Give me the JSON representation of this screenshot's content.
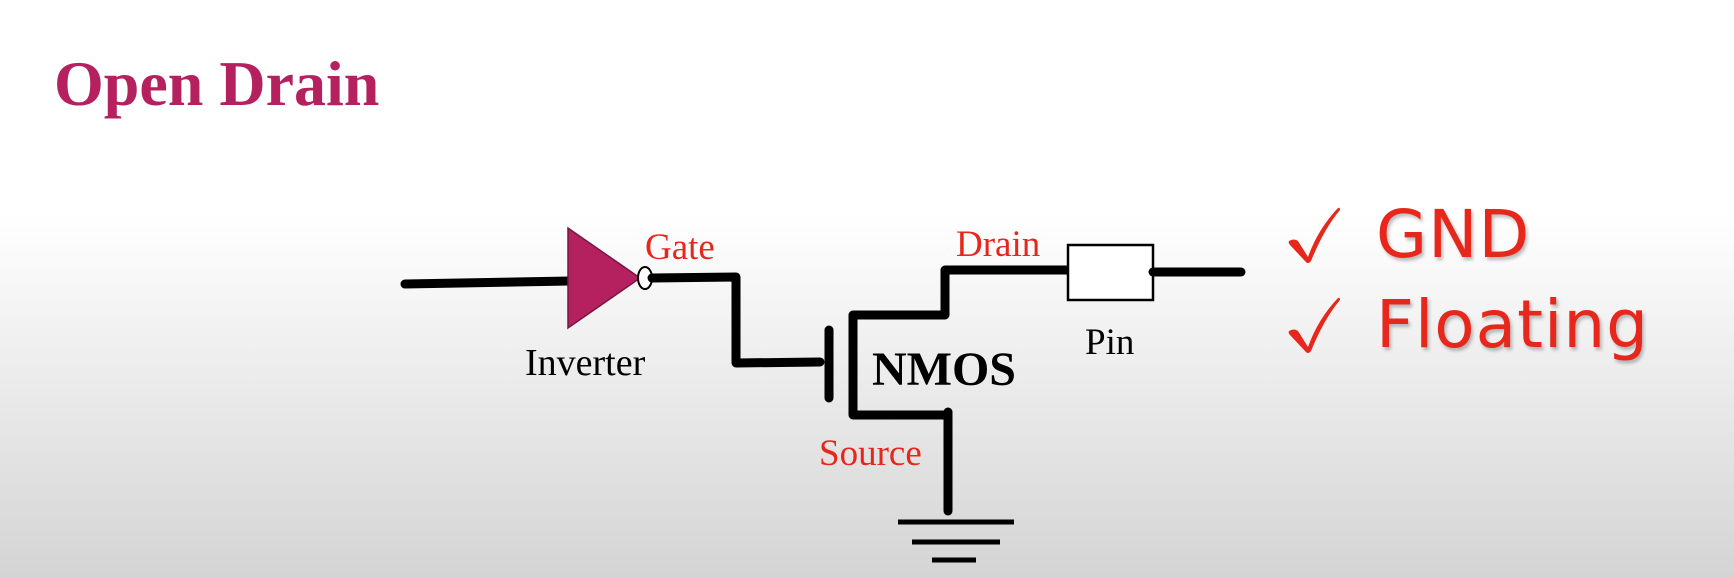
{
  "title": "Open Drain",
  "diagram": {
    "inverter_label": "Inverter",
    "gate_label": "Gate",
    "drain_label": "Drain",
    "source_label": "Source",
    "nmos_label": "NMOS",
    "pin_label": "Pin"
  },
  "states": [
    {
      "text": "GND"
    },
    {
      "text": "Floating"
    }
  ],
  "colors": {
    "title": "#b5215f",
    "inverter_fill": "#b5215f",
    "terminal_label": "#e8271c",
    "state_text": "#e8271c",
    "wire": "#000000"
  }
}
